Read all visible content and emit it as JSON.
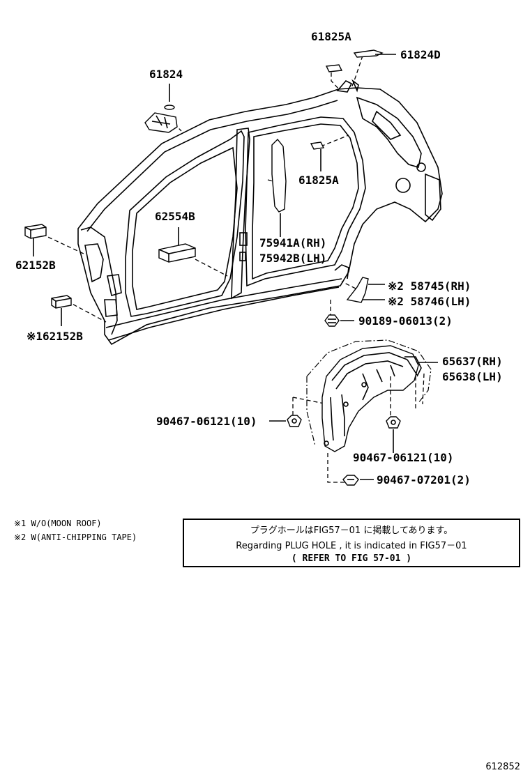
{
  "callouts": [
    {
      "id": "c61825a_top",
      "text": "61825A"
    },
    {
      "id": "c61824d",
      "text": "61824D"
    },
    {
      "id": "c61824",
      "text": "61824"
    },
    {
      "id": "c61825a_mid",
      "text": "61825A"
    },
    {
      "id": "c62554b",
      "text": "62554B"
    },
    {
      "id": "c75941a",
      "text": "75941A(RH)"
    },
    {
      "id": "c75942b",
      "text": "75942B(LH)"
    },
    {
      "id": "c62152b",
      "text": "62152B"
    },
    {
      "id": "c62152b_x1",
      "text": "※162152B"
    },
    {
      "id": "c58745",
      "text": "※2 58745(RH)"
    },
    {
      "id": "c58746",
      "text": "※2 58746(LH)"
    },
    {
      "id": "c90189",
      "text": "90189-06013(2)"
    },
    {
      "id": "c65637",
      "text": "65637(RH)"
    },
    {
      "id": "c65638",
      "text": "65638(LH)"
    },
    {
      "id": "c90467a",
      "text": "90467-06121(10)"
    },
    {
      "id": "c90467b",
      "text": "90467-06121(10)"
    },
    {
      "id": "c90467c",
      "text": "90467-07201(2)"
    }
  ],
  "notes": {
    "note1": "※1 W/O(MOON ROOF)",
    "note2": "※2 W(ANTI-CHIPPING TAPE)"
  },
  "reference_box": {
    "line1": "プラグホールはFIG57－01 に掲載してあります。",
    "line2": "Regarding PLUG HOLE , it is indicated in FIG57－01",
    "line3": "(  REFER TO FIG 57-01  )"
  },
  "figure_number": "612852"
}
